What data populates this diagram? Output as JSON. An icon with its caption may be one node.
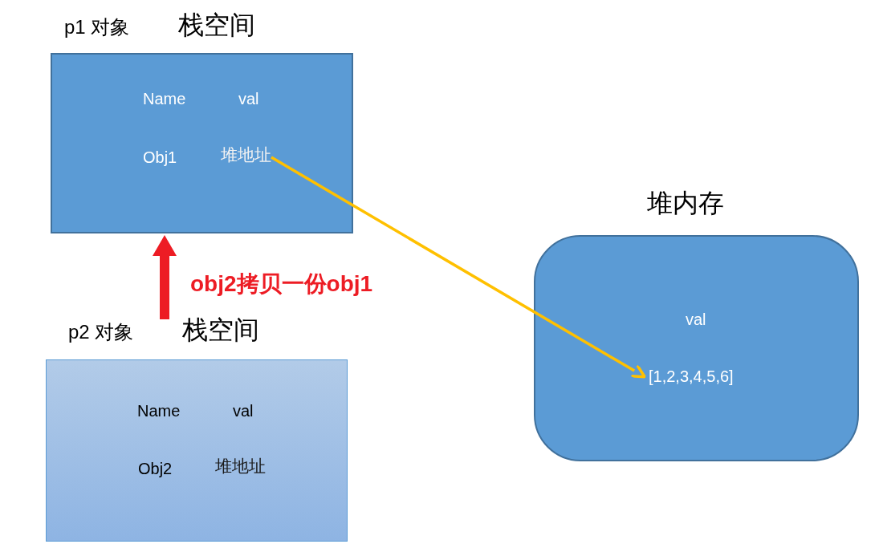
{
  "diagram": {
    "nodes": [
      {
        "text": [
          "p1 对象",
          "栈空间"
        ]
      },
      {
        "text": [
          "堆地址"
        ],
        "in": 0
      },
      {
        "text": [
          "p2 对象",
          "栈空间"
        ]
      },
      {
        "text": [
          "堆内存",
          "val"
        ]
      },
      {
        "text": [
          "[1,2,3,4,5,6]"
        ],
        "in": 3
      }
    ],
    "edges": [
      {
        "from": 1,
        "to": 4,
        "arrow": "to",
        "color": "#ffc000"
      },
      {
        "from": 2,
        "to": 0,
        "arrow": "to",
        "label": "obj2拷贝一份obj1",
        "style": "thick",
        "color": "#ed1c24"
      }
    ],
    "labels": [
      "Name",
      "val",
      "Obj1",
      "Name",
      "val",
      "Obj2",
      "堆地址"
    ]
  }
}
